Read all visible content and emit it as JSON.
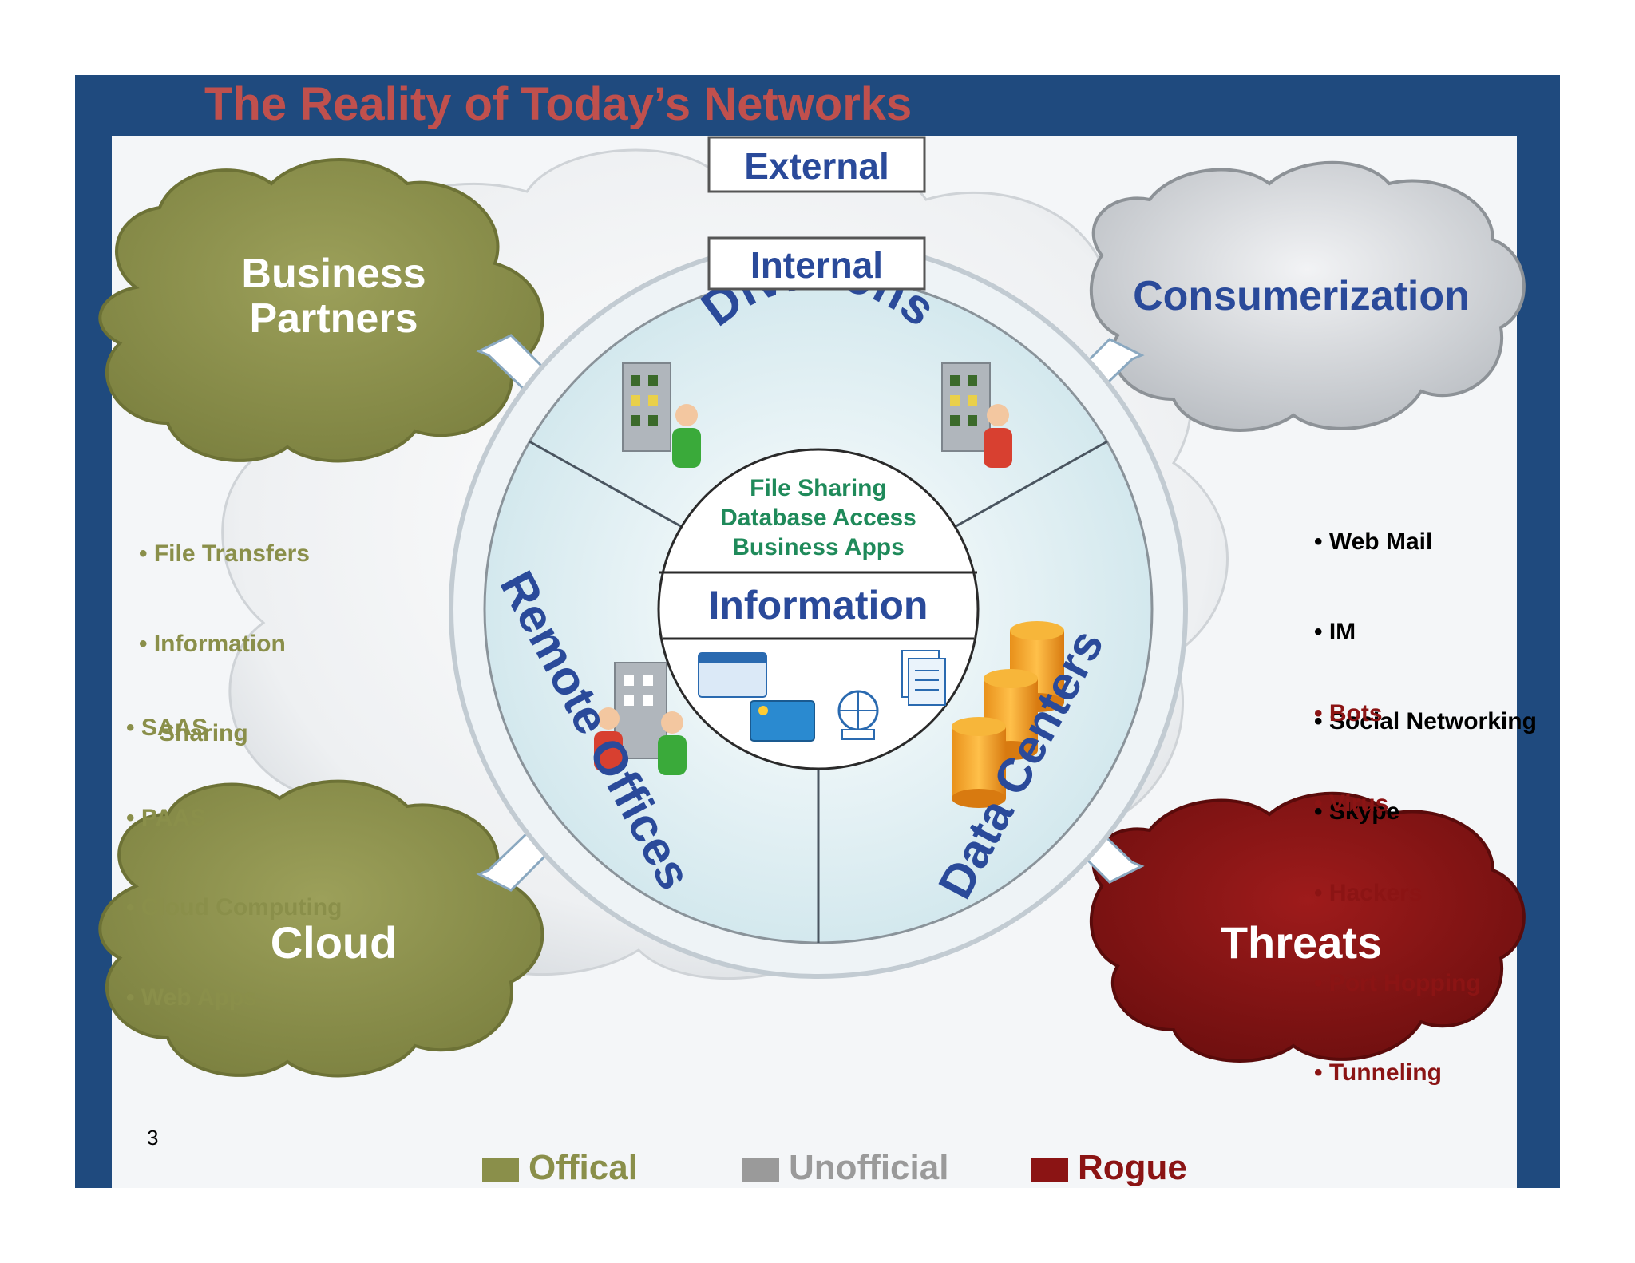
{
  "title": "The Reality of Today’s Networks",
  "zones": {
    "external": "External",
    "internal": "Internal"
  },
  "segments": {
    "divisions": "Divisions",
    "remote_offices": "Remote Offices",
    "data_centers": "Data Centers"
  },
  "center": {
    "lines": [
      "File Sharing",
      "Database Access",
      "Business Apps"
    ],
    "information": "Information"
  },
  "clouds": {
    "business_partners": {
      "line1": "Business",
      "line2": "Partners"
    },
    "consumerization": "Consumerization",
    "cloud": "Cloud",
    "threats": "Threats"
  },
  "lists": {
    "partners": [
      "• File Transfers",
      "• Information",
      "   Sharing"
    ],
    "cloud": [
      "• SAAS",
      "• PAAS",
      "• Cloud Computing",
      "• Web Apps"
    ],
    "consumerization": [
      "• Web Mail",
      "• IM",
      "• Social Networking",
      "• Skype"
    ],
    "threats": [
      "• Bots",
      "• Virus",
      "• Hackers",
      "• Port Hopping",
      "• Tunneling"
    ]
  },
  "legend": [
    {
      "label": "Offical",
      "color": "#8a8f4a"
    },
    {
      "label": "Unofficial",
      "color": "#9a9a9a"
    },
    {
      "label": "Rogue",
      "color": "#8b1414"
    }
  ],
  "page_number": "3",
  "colors": {
    "frame": "#1f4a7e",
    "title": "#c0504d",
    "official": "#8a8f4a",
    "unofficial": "#9a9a9a",
    "rogue": "#8b1414",
    "label_blue": "#2a4a9a",
    "center_green": "#1f8a5a"
  }
}
